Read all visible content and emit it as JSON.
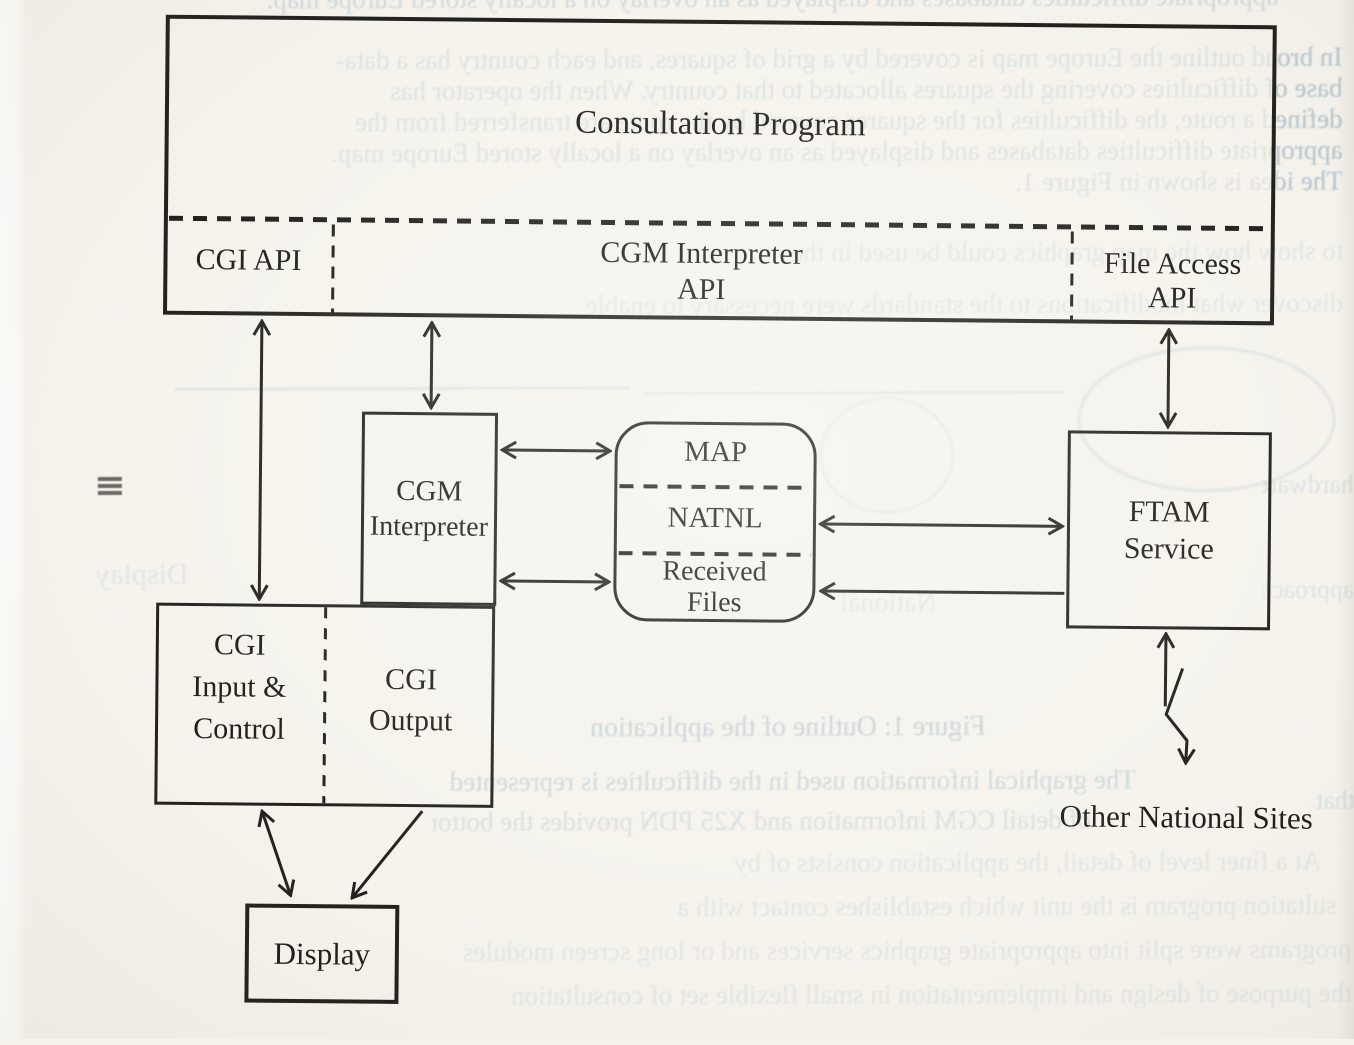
{
  "document": {
    "kind": "scanned figure from a printed paper",
    "paper_color": "#f5f3ec",
    "ink_color": "#24221e"
  },
  "diagram": {
    "program": {
      "title": "Consultation Program",
      "cgi_api": "CGI API",
      "cgm_interpreter_api": [
        "CGM Interpreter",
        "API"
      ],
      "file_access_api": [
        "File Access",
        "API"
      ]
    },
    "cgm_interpreter": [
      "CGM",
      "Interpreter"
    ],
    "network_stack": {
      "map": "MAP",
      "natnl": "NATNL",
      "received_files": [
        "Received",
        "Files"
      ]
    },
    "ftam_service": [
      "FTAM",
      "Service"
    ],
    "cgi_io": {
      "input_control": [
        "CGI",
        "Input &",
        "Control"
      ],
      "output": [
        "CGI",
        "Output"
      ]
    },
    "display": "Display",
    "other_national_sites": "Other National Sites",
    "connections": [
      {
        "from": "CGI API",
        "to": "CGI Input & Control",
        "arrow": "double"
      },
      {
        "from": "CGM Interpreter API",
        "to": "CGM Interpreter",
        "arrow": "double"
      },
      {
        "from": "File Access API",
        "to": "FTAM Service",
        "arrow": "double"
      },
      {
        "from": "CGM Interpreter",
        "to": "MAP",
        "arrow": "double"
      },
      {
        "from": "CGM Interpreter",
        "to": "Received Files",
        "arrow": "double"
      },
      {
        "from": "NATNL",
        "to": "FTAM Service",
        "arrow": "double"
      },
      {
        "from": "FTAM Service",
        "to": "Received Files",
        "arrow": "single"
      },
      {
        "from": "CGI Input & Control",
        "to": "Display",
        "arrow": "double"
      },
      {
        "from": "CGI Output",
        "to": "Display",
        "arrow": "single"
      },
      {
        "from": "FTAM Service",
        "to": "Other National Sites",
        "arrow": "double-lightning"
      }
    ]
  },
  "bleedthrough": {
    "note": "faint mirrored text showing through from reverse side of the page",
    "top_paragraph": [
      "In broad outline the Europe map is covered by a grid of squares, and each country has a data-",
      "base of difficulties covering the squares allocated to that country. When the operator has",
      "defined a route, the difficulties for the squares covered by the route are transferred from the",
      "appropriate difficulties databases and displayed as an overlay on a locally stored Europe map.",
      "The idea is shown in Figure 1."
    ],
    "mid_fragments": [
      "to show how the map graphics could be used in the",
      "discover what modifications to the standards were necessary to enable"
    ],
    "figure_caption": "Figure 1: Outline of the application",
    "bottom_fragments": [
      "The graphical information used in the difficulties is represented",
      "of detail CGM information and X25 PDN provides the bottom",
      "At a finer level of detail, the application consists of by",
      "sultation program is the unit which establishes contact with a",
      "programs were split into appropriate graphics services and or long screen modules",
      "the purpose of design and implementation in small flexible set of consultation"
    ],
    "words": {
      "display": "Display",
      "national": "National",
      "hardware": "hardware",
      "approaches": "approaches",
      "that": "that"
    }
  }
}
